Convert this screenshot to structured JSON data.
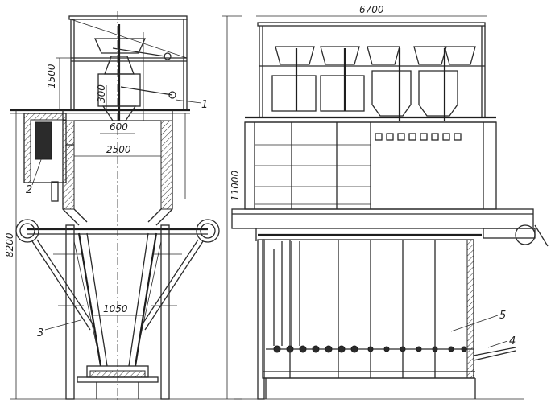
{
  "dimensions": {
    "top_width": "6700",
    "upper_height": "1500",
    "inner_300": "300",
    "throat_width": "600",
    "inner_diameter": "2500",
    "overall_height": "11000",
    "lower_height": "8200",
    "bottom_opening": "1050"
  },
  "callouts": [
    "1",
    "2",
    "3",
    "4",
    "5"
  ]
}
